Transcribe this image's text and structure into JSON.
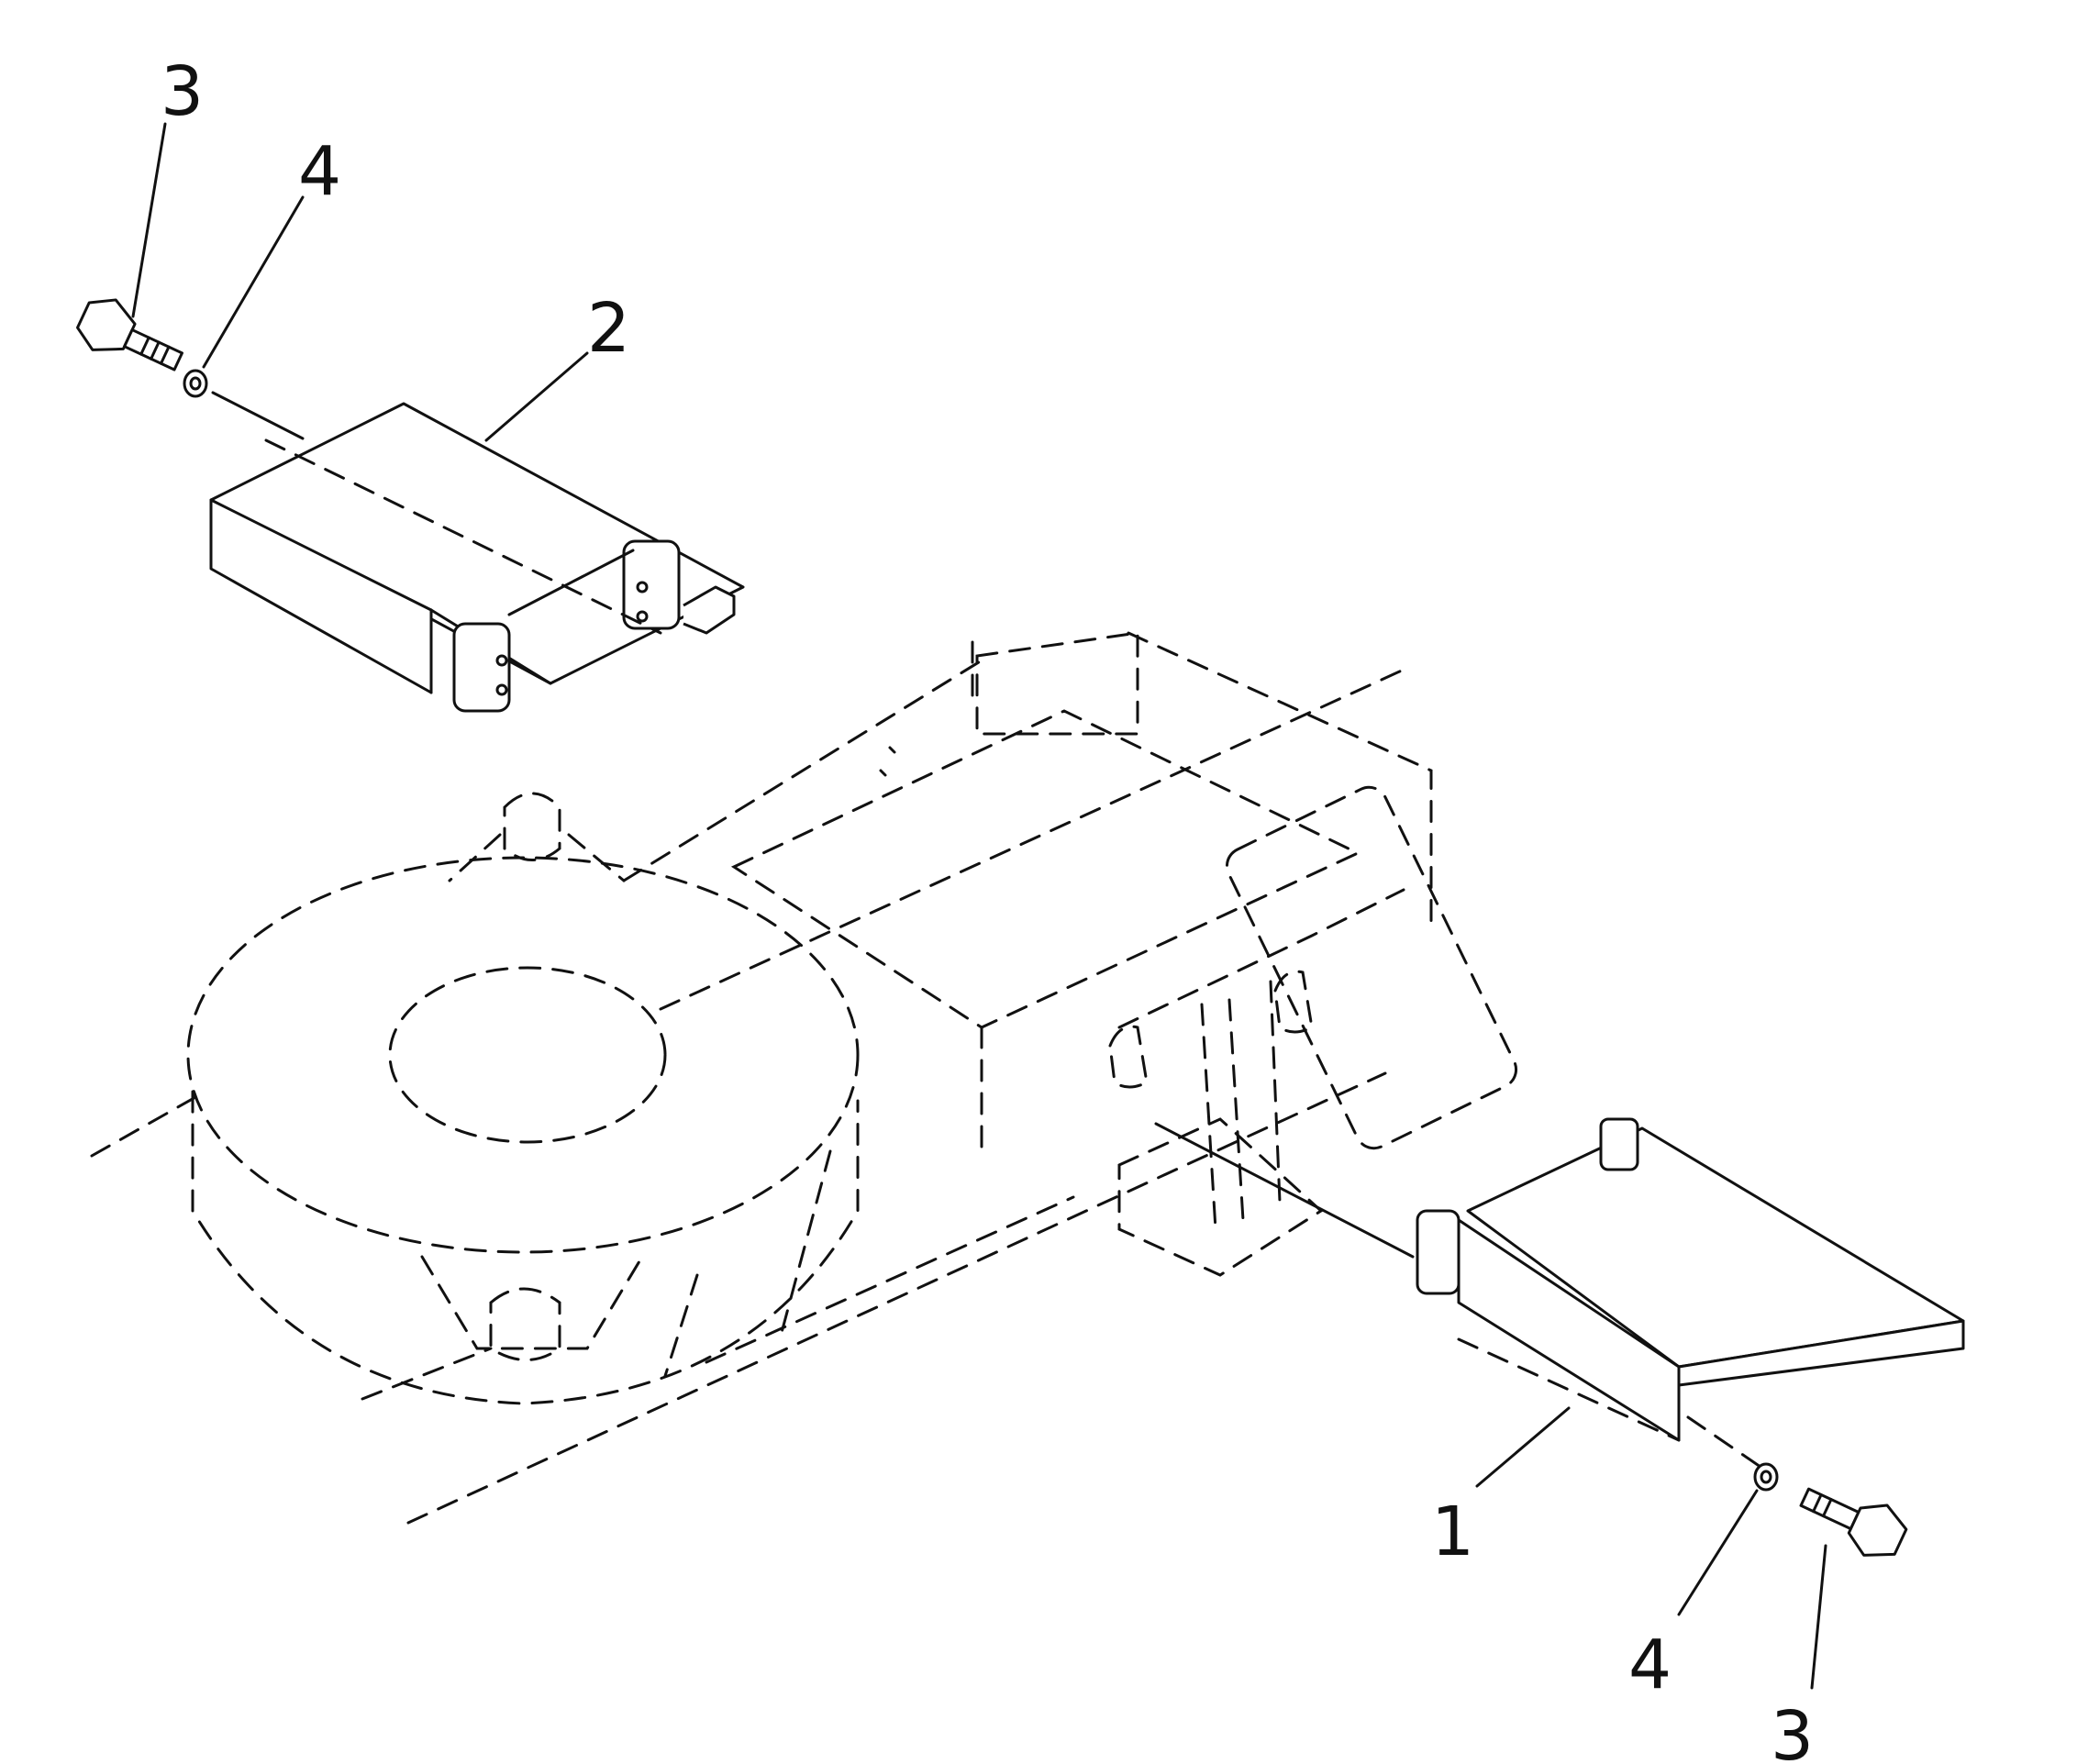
{
  "callouts": {
    "top_bolt": "3",
    "top_washer": "4",
    "top_cover": "2",
    "bottom_cover": "1",
    "bottom_washer": "4",
    "bottom_bolt": "3"
  },
  "colors": {
    "line": "#111111",
    "background": "#ffffff"
  }
}
